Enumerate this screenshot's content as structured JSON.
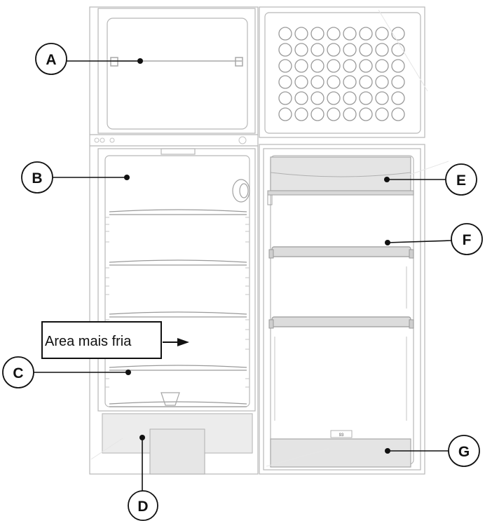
{
  "callouts": {
    "a": "A",
    "b": "B",
    "c": "C",
    "d": "D",
    "e": "E",
    "f": "F",
    "g": "G"
  },
  "note": {
    "text": "Area mais fria"
  },
  "door_control": {
    "label": "93"
  }
}
